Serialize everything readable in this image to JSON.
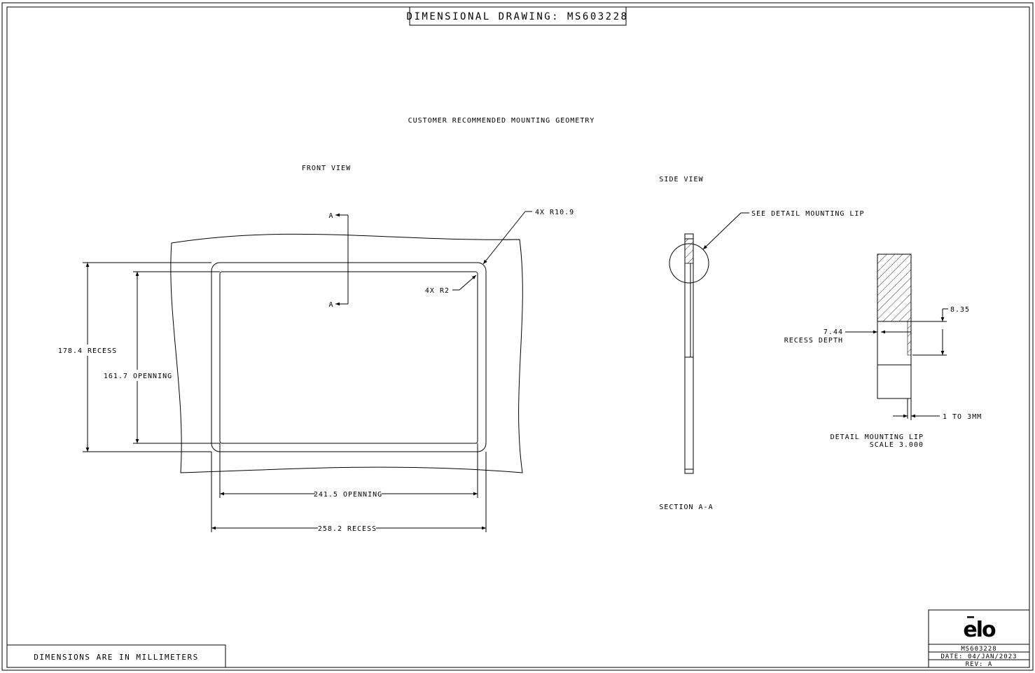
{
  "title": "DIMENSIONAL DRAWING: MS603228",
  "subtitle": "CUSTOMER RECOMMENDED MOUNTING GEOMETRY",
  "front_view": {
    "label": "FRONT VIEW",
    "section_marker_top": "A",
    "section_marker_bottom": "A",
    "corner_radius_outer": "4X R10.9",
    "corner_radius_inner": "4X R2",
    "recess_height": "178.4 RECESS",
    "opening_height": "161.7 OPENNING",
    "opening_width": "241.5 OPENNING",
    "recess_width": "258.2 RECESS"
  },
  "side_view": {
    "label": "SIDE VIEW",
    "detail_callout": "SEE DETAIL MOUNTING LIP",
    "section_label": "SECTION A-A"
  },
  "detail": {
    "lip_dimension": "8.35",
    "recess_depth_value": "7.44",
    "recess_depth_label": "RECESS DEPTH",
    "thickness_range": "1 TO 3MM",
    "title": "DETAIL MOUNTING LIP",
    "scale": "SCALE 3.000"
  },
  "footer": {
    "units_note": "DIMENSIONS ARE IN MILLIMETERS"
  },
  "title_block": {
    "logo": "elo",
    "part_number": "MS603228",
    "date": "DATE:  04/JAN/2023",
    "revision": "REV: A"
  }
}
